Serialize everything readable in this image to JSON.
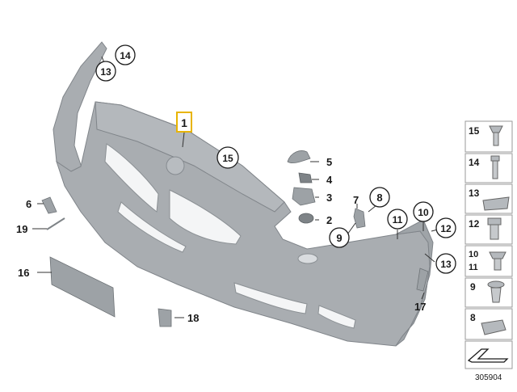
{
  "diagram": {
    "highlighted_callout": "1",
    "highlight_color": "#e8b400",
    "part_color": "#a9adb1",
    "callouts": [
      {
        "id": "c1",
        "label": "1"
      },
      {
        "id": "c2",
        "label": "2"
      },
      {
        "id": "c3",
        "label": "3"
      },
      {
        "id": "c4",
        "label": "4"
      },
      {
        "id": "c5",
        "label": "5"
      },
      {
        "id": "c6",
        "label": "6"
      },
      {
        "id": "c7",
        "label": "7"
      },
      {
        "id": "c8",
        "label": "8"
      },
      {
        "id": "c9",
        "label": "9"
      },
      {
        "id": "c10",
        "label": "10"
      },
      {
        "id": "c11",
        "label": "11"
      },
      {
        "id": "c12",
        "label": "12"
      },
      {
        "id": "c13a",
        "label": "13"
      },
      {
        "id": "c13b",
        "label": "13"
      },
      {
        "id": "c14",
        "label": "14"
      },
      {
        "id": "c15",
        "label": "15"
      },
      {
        "id": "c16",
        "label": "16"
      },
      {
        "id": "c17",
        "label": "17"
      },
      {
        "id": "c18",
        "label": "18"
      },
      {
        "id": "c19",
        "label": "19"
      }
    ],
    "legend": [
      {
        "label": "15",
        "icon": "screw-clip-icon"
      },
      {
        "label": "14",
        "icon": "bolt-icon"
      },
      {
        "label": "13",
        "icon": "spring-nut-icon"
      },
      {
        "label": "12",
        "icon": "expanding-nut-icon"
      },
      {
        "label": "10\n11",
        "icon": "clip-nut-icon"
      },
      {
        "label": "9",
        "icon": "expanding-rivet-icon"
      },
      {
        "label": "8",
        "icon": "retaining-clip-icon"
      },
      {
        "label": "",
        "icon": "direction-arrow-icon"
      }
    ],
    "reference_number": "305904"
  }
}
